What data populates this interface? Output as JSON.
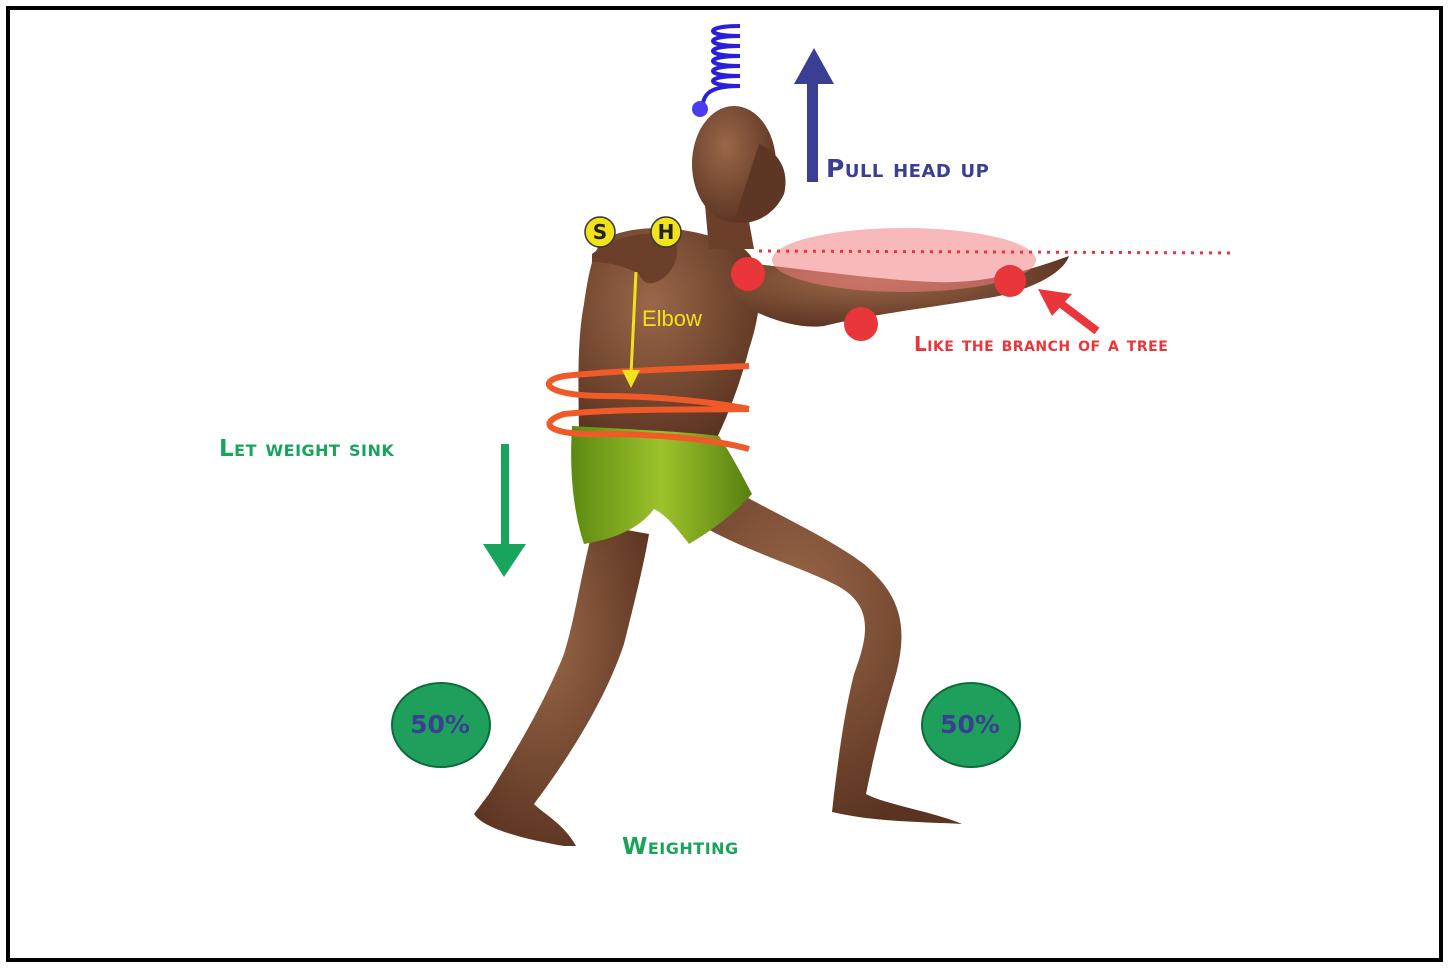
{
  "labels": {
    "pull_head_up": "Pull head up",
    "branch": "Like the branch of a tree",
    "sink": "Let weight sink",
    "weighting": "Weighting",
    "elbow": "Elbow",
    "left_percent": "50%",
    "right_percent": "50%",
    "badge_s": "S",
    "badge_h": "H"
  },
  "colors": {
    "navy": "#3b3f93",
    "red": "#e8363a",
    "green": "#18a45b",
    "yellow": "#f2e21b",
    "orange_coil": "#f05a28",
    "spring_blue": "#2a1fd8",
    "skin": "#7a4a31",
    "shorts": "#6f9a1b",
    "circle_green": "#1ea05c"
  }
}
